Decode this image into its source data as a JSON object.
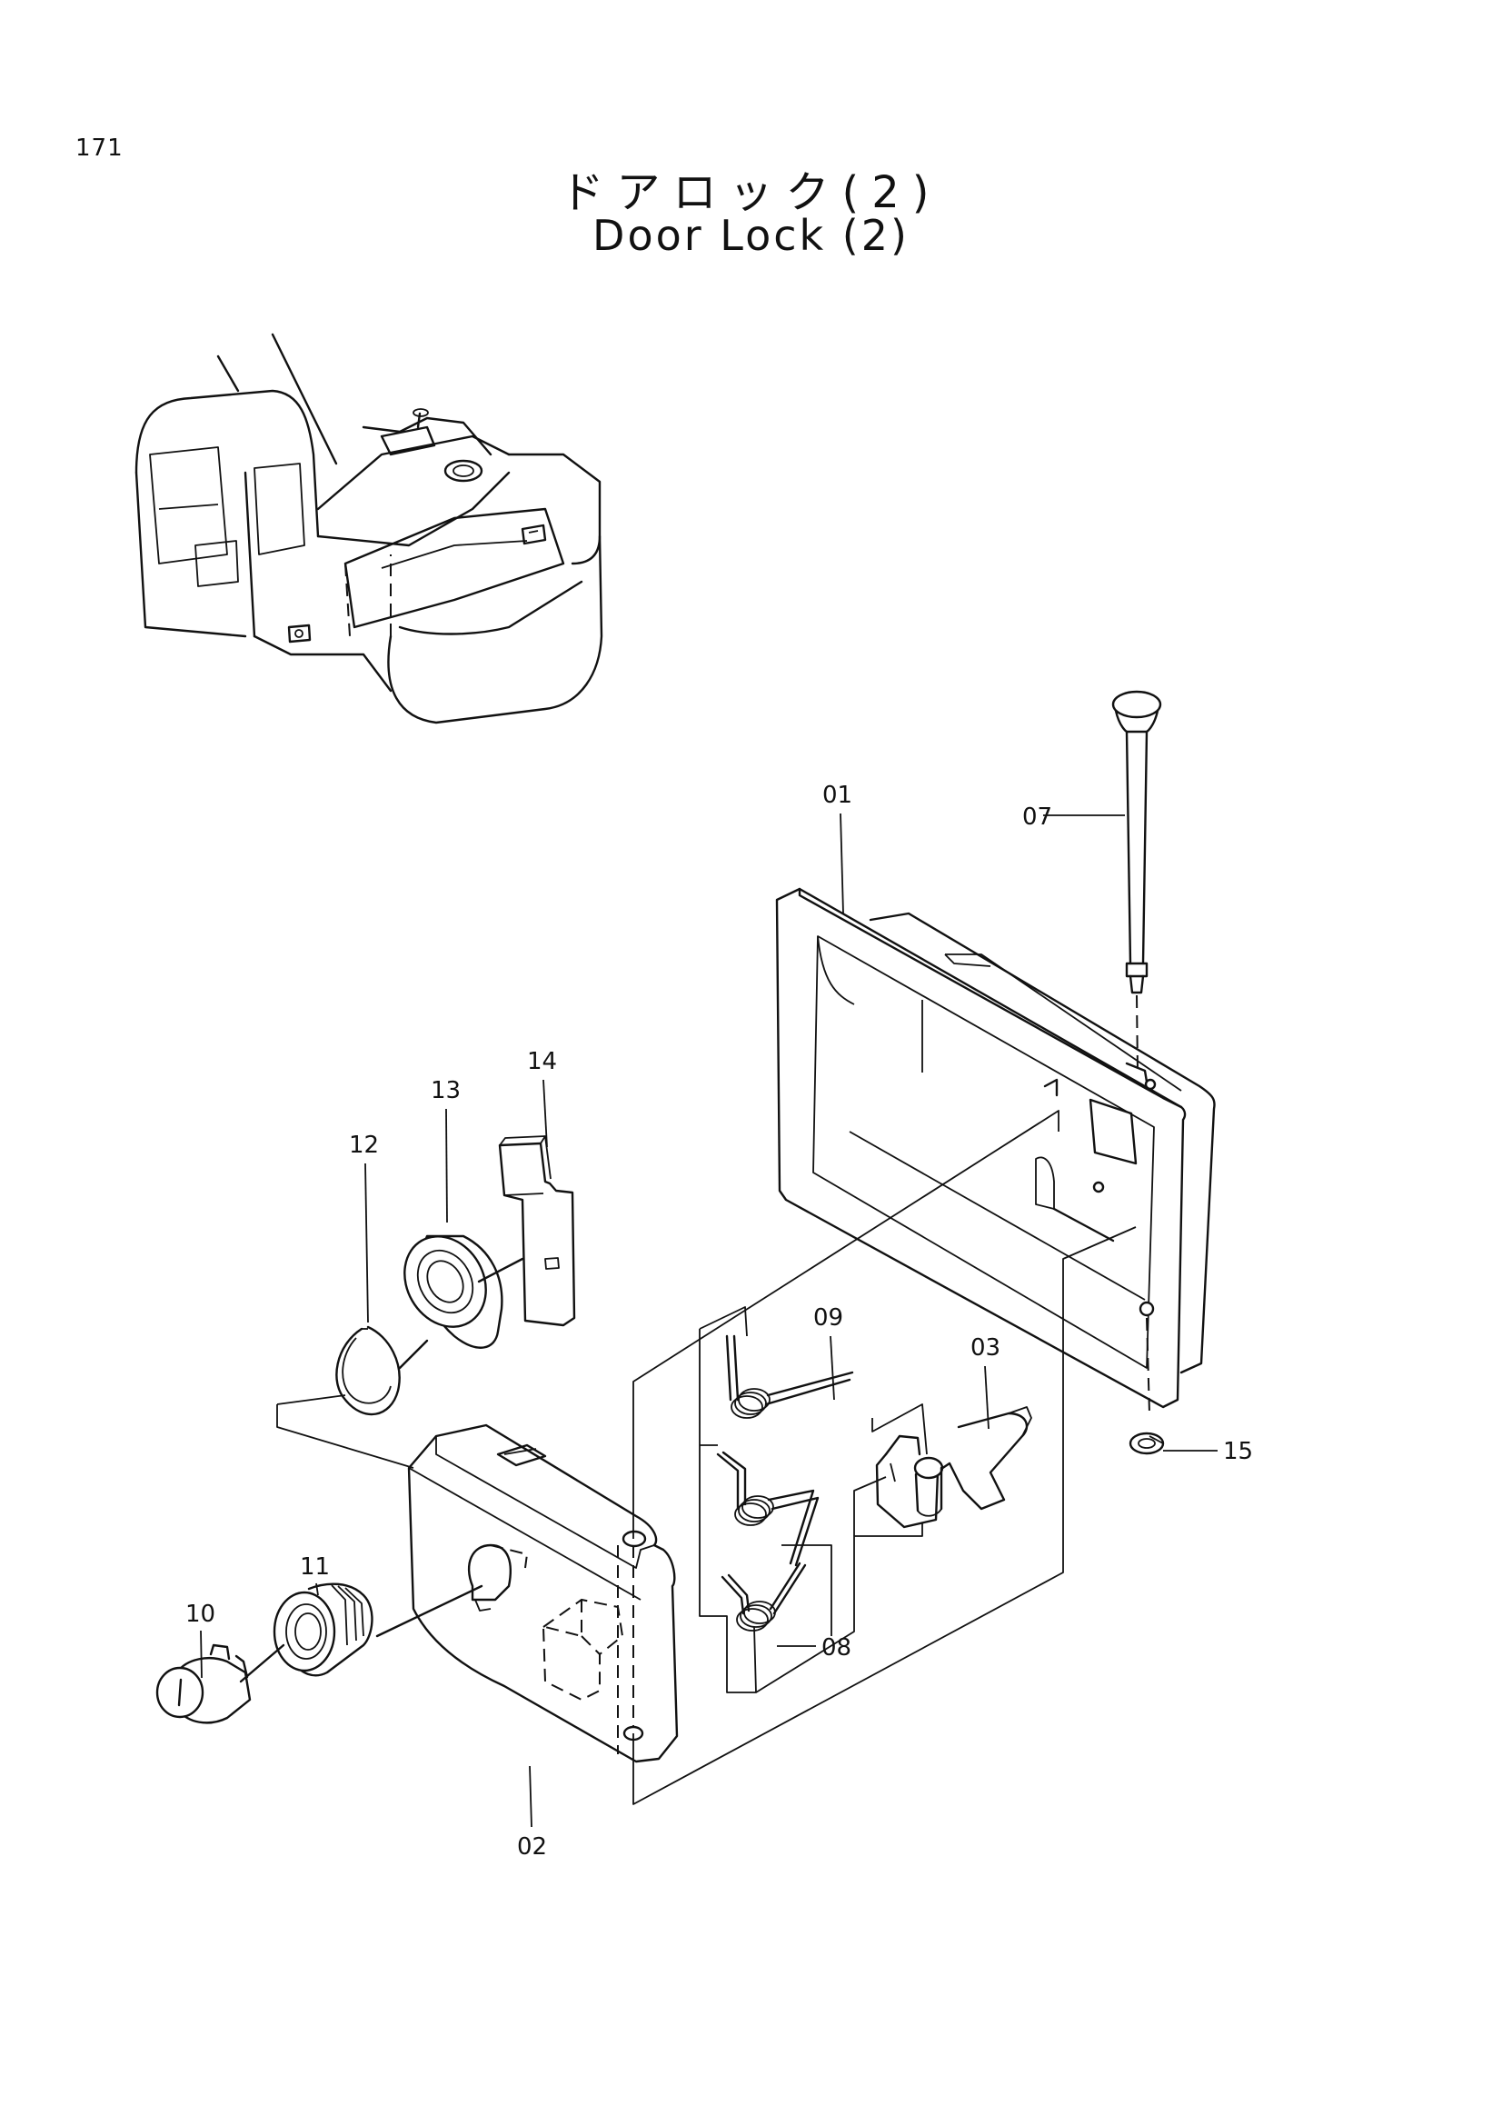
{
  "page": {
    "number": "171",
    "title_jp": "ドアロック(2)",
    "title_en": "Door Lock (2)"
  },
  "callouts": {
    "c01": "01",
    "c02": "02",
    "c03": "03",
    "c07": "07",
    "c08": "08",
    "c09": "09",
    "c10": "10",
    "c11": "11",
    "c12": "12",
    "c13": "13",
    "c14": "14",
    "c15": "15"
  }
}
